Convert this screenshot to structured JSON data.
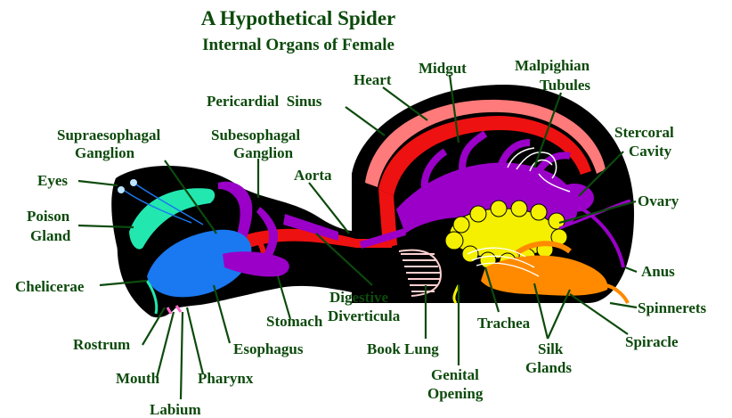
{
  "title": "A Hypothetical Spider",
  "subtitle": "Internal Organs of Female",
  "labels": {
    "eyes": "Eyes",
    "poison_gland": [
      "Poison",
      "Gland"
    ],
    "chelicerae": "Chelicerae",
    "rostrum": "Rostrum",
    "mouth": "Mouth",
    "labium": "Labium",
    "pharynx": "Pharynx",
    "esophagus": "Esophagus",
    "stomach": "Stomach",
    "supraesophagal_ganglion": [
      "Supraesophagal",
      "Ganglion"
    ],
    "subesophagal_ganglion": [
      "Subesophagal",
      "Ganglion"
    ],
    "pericardial_sinus": "Pericardial  Sinus",
    "heart": "Heart",
    "midgut": "Midgut",
    "malpighian_tubules": [
      "Malpighian",
      "Tubules"
    ],
    "stercoral_cavity": [
      "Stercoral",
      "Cavity"
    ],
    "aorta": "Aorta",
    "digestive_diverticula": [
      "Digestive",
      "Diverticula"
    ],
    "ovary": "Ovary",
    "anus": "Anus",
    "spinnerets": "Spinnerets",
    "spiracle": "Spiracle",
    "trachea": "Trachea",
    "silk_glands": [
      "Silk",
      "Glands"
    ],
    "book_lung": "Book Lung",
    "genital_opening": [
      "Genital",
      "Opening"
    ]
  },
  "colors": {
    "label_text": "#0c4a0c",
    "body": "#000000",
    "heart": "#ee1111",
    "pericardial_sinus": "#ff7a7a",
    "midgut": "#9a00c8",
    "poison_gland": "#22e8b0",
    "ganglion": "#1a78f0",
    "ovary": "#f4f000",
    "silk_glands": "#ff8a00",
    "book_lung": "#ffd0d0",
    "malpighian_tubules": "#ffffff"
  }
}
